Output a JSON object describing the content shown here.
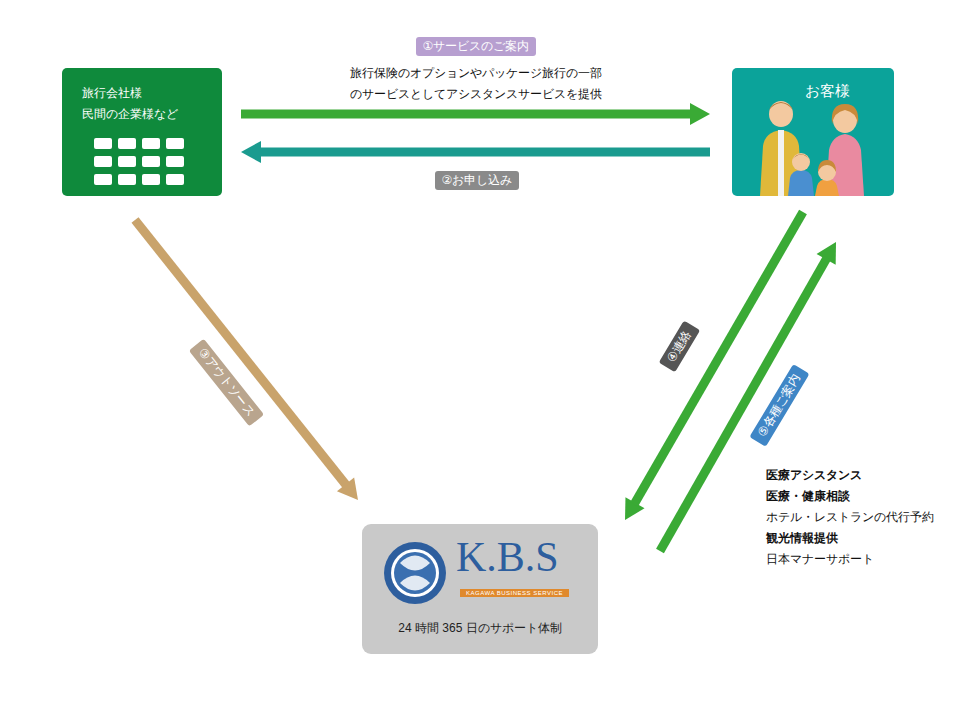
{
  "diagram": {
    "nodes": [
      {
        "text": [
          "旅行会社様 民間の企業様など"
        ]
      },
      {
        "text": [
          "お客様"
        ]
      },
      {
        "text": [
          "K.B.S",
          "KAGAWA BUSINESS SERVICE",
          "24 時間 365 日のサポート体制"
        ]
      }
    ],
    "edges": [
      {
        "from": 0,
        "to": 1,
        "arrow": "to",
        "label": "①サービスのご案内"
      },
      {
        "from": 1,
        "to": 0,
        "arrow": "to",
        "label": "②お申し込み"
      },
      {
        "from": 0,
        "to": 2,
        "arrow": "to",
        "label": "③アウトソース"
      },
      {
        "from": 1,
        "to": 2,
        "arrow": "to",
        "label": "④連絡"
      },
      {
        "from": 2,
        "to": 1,
        "arrow": "to",
        "label": "⑤各種ご案内"
      }
    ],
    "labels": [
      "旅行保険のオプションやパッケージ旅行の一部 のサービスとしてアシスタンスサービスを提供",
      "医療アシスタンス",
      "医療・健康相談",
      "ホテル・レストランの代行予約",
      "観光情報提供",
      "日本マナーサポート"
    ]
  }
}
